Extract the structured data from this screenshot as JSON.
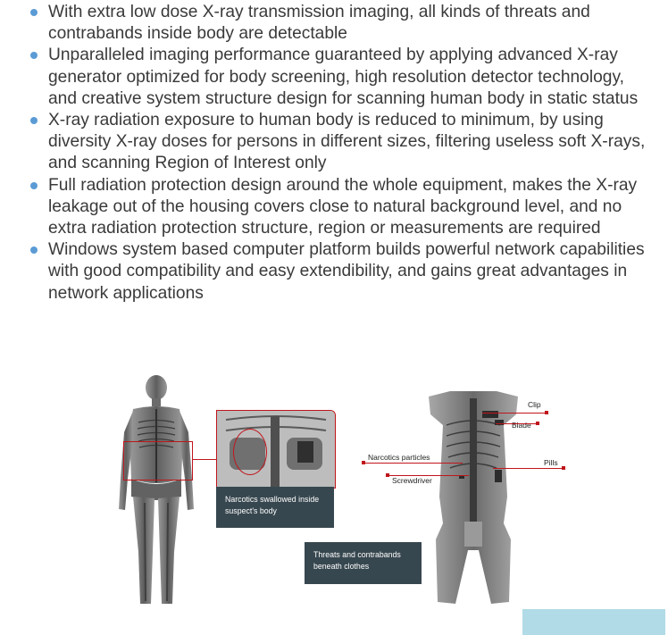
{
  "bullets": [
    "With extra low dose X-ray transmission imaging, all kinds of threats and contrabands inside body are detectable",
    "Unparalleled imaging performance guaranteed by applying advanced X-ray generator optimized for body screening, high resolution detector technology, and creative system structure design for scanning human body in static status",
    "X-ray radiation exposure to human body is reduced to minimum, by using diversity X-ray doses for persons in different sizes, filtering useless soft X-rays, and scanning Region of Interest only",
    "Full radiation protection design around the whole equipment, makes the X-ray leakage out of the housing covers close to natural background level, and no extra radiation protection structure, region or measurements are required",
    "Windows system based computer platform builds powerful network capabilities with good compatibility and easy extendibility, and gains great advantages in network applications"
  ],
  "figure_left": {
    "caption": "Narcotics swallowed inside suspect's body"
  },
  "figure_right": {
    "caption": "Threats and contrabands beneath clothes",
    "callouts": {
      "clip": "Clip",
      "blade": "Blade",
      "narcotics": "Narcotics particles",
      "pills": "Pills",
      "screwdriver": "Screwdriver"
    }
  },
  "colors": {
    "bullet": "#5b9bd5",
    "text": "#3a3a3a",
    "accent_red": "#c0151b",
    "caption_bg": "#37474f",
    "corner_block": "#b1dbe6"
  }
}
